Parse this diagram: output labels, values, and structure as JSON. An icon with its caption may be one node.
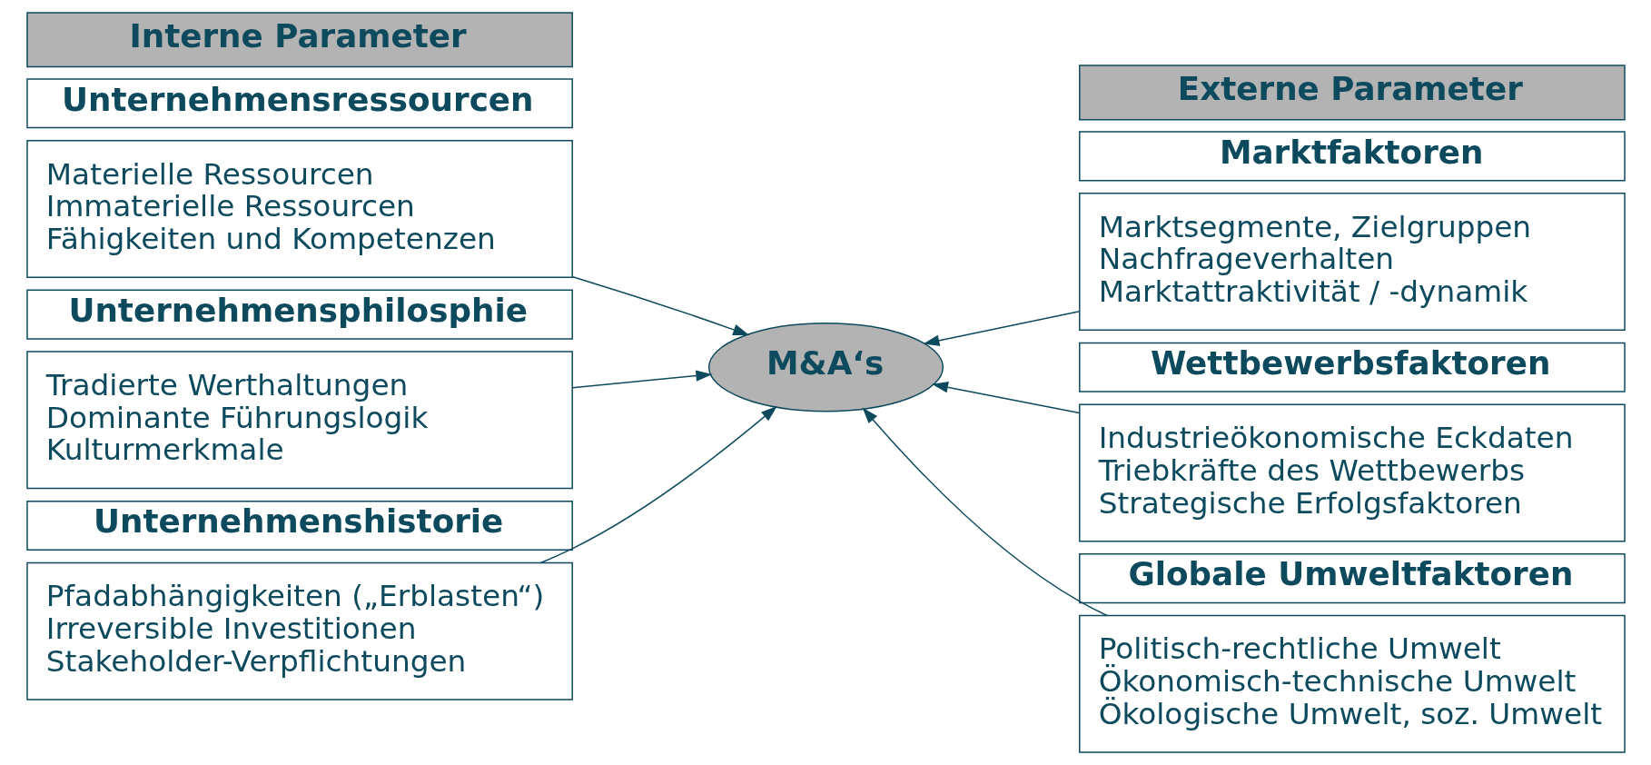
{
  "diagram": {
    "nodes": [
      {
        "text": [
          "Interne Parameter"
        ]
      },
      {
        "text": [
          "Unternehmensressourcen"
        ]
      },
      {
        "text": [
          "Materielle Ressourcen",
          "Immaterielle Ressourcen",
          "Fähigkeiten und Kompetenzen"
        ]
      },
      {
        "text": [
          "Unternehmensphilosphie"
        ]
      },
      {
        "text": [
          "Tradierte Werthaltungen",
          "Dominante Führungslogik",
          "Kulturmerkmale"
        ]
      },
      {
        "text": [
          "Unternehmenshistorie"
        ]
      },
      {
        "text": [
          "Pfadabhängigkeiten („Erblasten“)",
          "Irreversible Investitionen",
          "Stakeholder-Verpflichtungen"
        ]
      },
      {
        "text": [
          "M&A‘s"
        ]
      },
      {
        "text": [
          "Externe Parameter"
        ]
      },
      {
        "text": [
          "Marktfaktoren"
        ]
      },
      {
        "text": [
          "Marktsegmente, Zielgruppen",
          "Nachfrageverhalten",
          "Marktattraktivität / -dynamik"
        ]
      },
      {
        "text": [
          "Wettbewerbsfaktoren"
        ]
      },
      {
        "text": [
          "Industrieökonomische Eckdaten",
          "Triebkräfte des Wettbewerbs",
          "Strategische Erfolgsfaktoren"
        ]
      },
      {
        "text": [
          "Globale Umweltfaktoren"
        ]
      },
      {
        "text": [
          "Politisch-rechtliche Umwelt",
          "Ökonomisch-technische Umwelt",
          "Ökologische Umwelt, soz. Umwelt"
        ]
      }
    ],
    "edges": [
      {
        "from": 2,
        "to": 7,
        "arrow": "to"
      },
      {
        "from": 4,
        "to": 7,
        "arrow": "to"
      },
      {
        "from": 6,
        "to": 7,
        "arrow": "to"
      },
      {
        "from": 10,
        "to": 7,
        "arrow": "to"
      },
      {
        "from": 12,
        "to": 7,
        "arrow": "to"
      },
      {
        "from": 14,
        "to": 7,
        "arrow": "to"
      }
    ]
  }
}
